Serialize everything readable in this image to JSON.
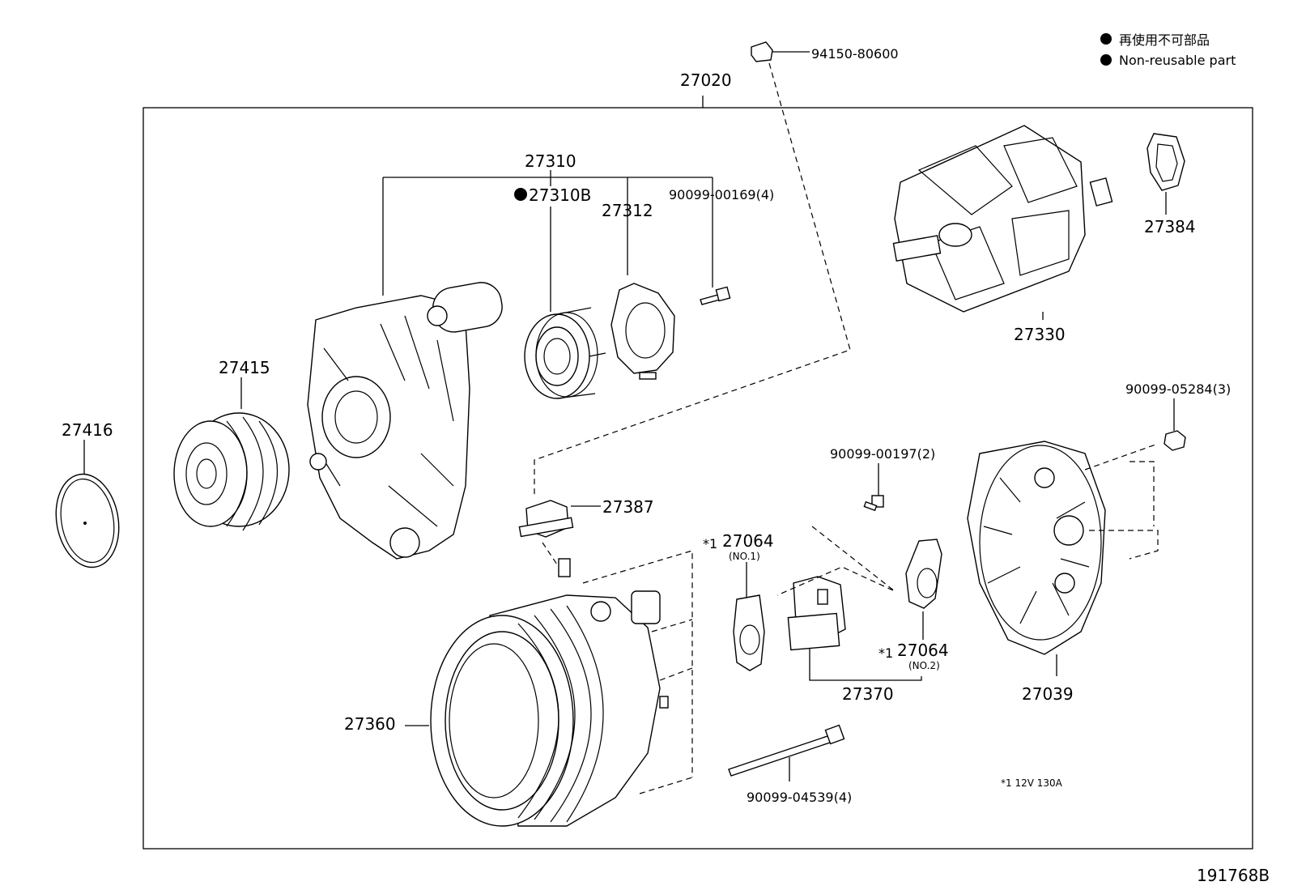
{
  "legend": {
    "jp": "再使用不可部品",
    "en": "Non-reusable part"
  },
  "labels": {
    "p27020": "27020",
    "p94150": "94150-80600",
    "p27310": "27310",
    "p27310B": "27310B",
    "p27312": "27312",
    "p90099_00169": "90099-00169(4)",
    "p27384": "27384",
    "p27330": "27330",
    "p27415": "27415",
    "p27416": "27416",
    "p90099_05284": "90099-05284(3)",
    "p90099_00197": "90099-00197(2)",
    "p27387": "27387",
    "p27064a": "27064",
    "p27064a_sub": "(NO.1)",
    "p27064b": "27064",
    "p27064b_sub": "(NO.2)",
    "p27370": "27370",
    "p27039": "27039",
    "p27360": "27360",
    "p90099_04539": "90099-04539(4)",
    "star1": "*1",
    "star2": "*1",
    "note": "*1  12V  130A",
    "figno": "191768B"
  }
}
